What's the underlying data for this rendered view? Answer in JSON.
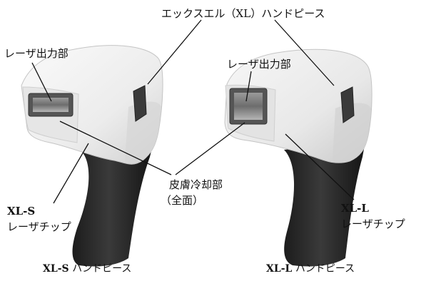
{
  "labels": {
    "handpiece_title": "エックスエル（XL）ハンドピース",
    "laser_output_left": "レーザ出力部",
    "laser_output_right": "レーザ出力部",
    "skin_cooling": "皮膚冷却部",
    "skin_cooling_note": "（全面）",
    "xl_s_name": "XL-S",
    "xl_s_tip": "レーザチップ",
    "xl_l_name": "XL-L",
    "xl_l_tip": "レーザチップ",
    "caption_left_model": "XL-S",
    "caption_left_text": " ハンドピース",
    "caption_right_model": "XL-L",
    "caption_right_text": " ハンドピース"
  },
  "colors": {
    "shell": "#eeeeee",
    "shell_shadow": "#c9c9c9",
    "grip": "#2a2a2a",
    "window_frame": "#4a4a4a",
    "line": "#111111"
  }
}
